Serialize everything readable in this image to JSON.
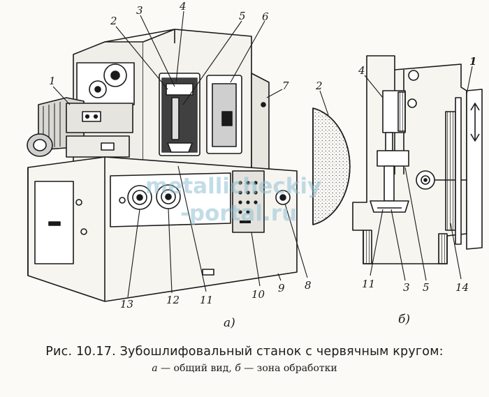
{
  "figure": {
    "labels_a": [
      "1",
      "2",
      "3",
      "4",
      "5",
      "6",
      "7",
      "8",
      "9",
      "10",
      "11",
      "12",
      "13"
    ],
    "labels_b": [
      "1",
      "2",
      "3",
      "4",
      "5",
      "11",
      "14"
    ],
    "sub_a": "а)",
    "sub_b": "б)",
    "watermark_line1": "metallicheckiy",
    "watermark_line2": "-portal.ru"
  },
  "caption": {
    "title": "Рис. 10.17. Зубошлифовальный станок с червячным кругом:",
    "item_a_letter": "а",
    "item_a_text": " — общий вид, ",
    "item_b_letter": "б",
    "item_b_text": " — зона обработки"
  }
}
